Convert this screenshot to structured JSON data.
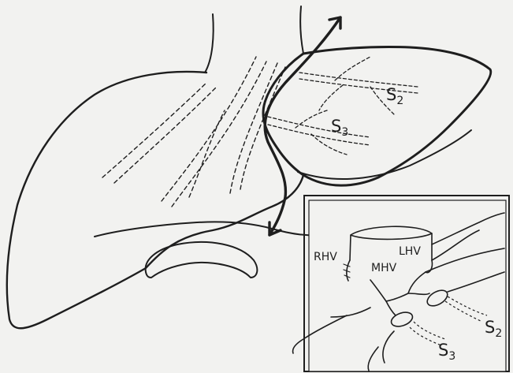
{
  "labels": {
    "s2": "S",
    "s2_sub": "2",
    "s3": "S",
    "s3_sub": "3",
    "inset_rhv": "RHV",
    "inset_mhv": "MHV",
    "inset_lhv": "LHV",
    "inset_s2": "S",
    "inset_s2_sub": "2",
    "inset_s3": "S",
    "inset_s3_sub": "3"
  },
  "colors": {
    "ink": "#1e1e1e",
    "paper": "#f2f2f0"
  }
}
